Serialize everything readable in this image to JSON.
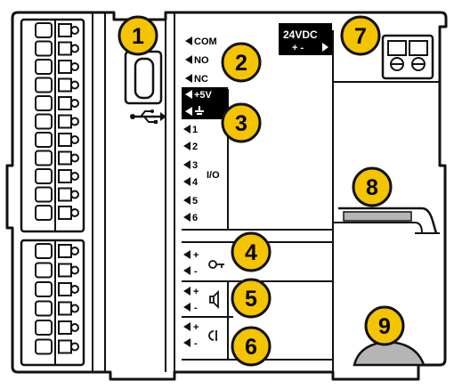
{
  "pin_labels": {
    "com": "COM",
    "no": "NO",
    "nc": "NC",
    "plus5v": "+5V",
    "gnd": "⏚",
    "io_1": "1",
    "io_2": "2",
    "io_3": "3",
    "io_4": "4",
    "io_5": "5",
    "io_6": "6",
    "io": "I/O",
    "plus": "+",
    "minus": "-"
  },
  "power_block": {
    "title": "24VDC",
    "polarity": "+  -"
  },
  "callouts": [
    "1",
    "2",
    "3",
    "4",
    "5",
    "6",
    "7",
    "8",
    "9"
  ],
  "icons": {
    "usb": "usb-icon",
    "key_input": "key-input-icon",
    "speaker": "speaker-icon",
    "lamp": "lamp-icon",
    "ground": "ground-icon"
  },
  "colors": {
    "callout_fill": "#f5c400",
    "outline": "#111111",
    "background": "#ffffff"
  }
}
